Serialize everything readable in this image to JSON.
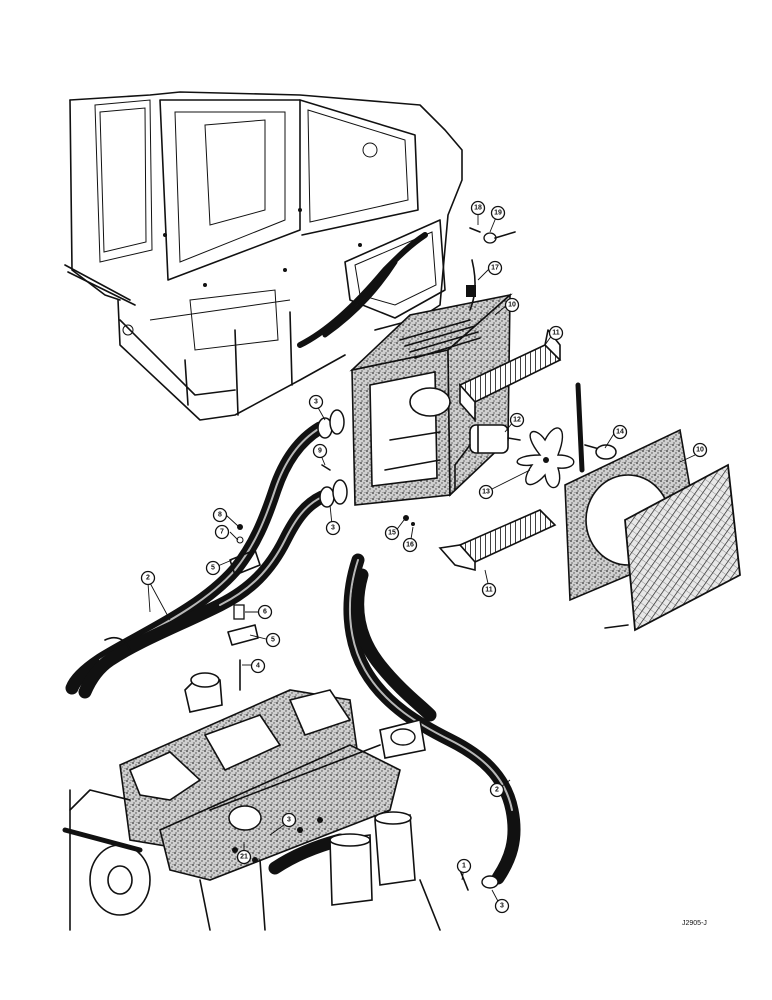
{
  "figure_number": "J2905-J",
  "callouts": [
    {
      "id": "c18",
      "label": "18"
    },
    {
      "id": "c19",
      "label": "19"
    },
    {
      "id": "c17",
      "label": "17"
    },
    {
      "id": "c10",
      "label": "10"
    },
    {
      "id": "c11a",
      "label": "11"
    },
    {
      "id": "c3a",
      "label": "3"
    },
    {
      "id": "c9",
      "label": "9"
    },
    {
      "id": "c12",
      "label": "12"
    },
    {
      "id": "c14",
      "label": "14"
    },
    {
      "id": "c10b",
      "label": "10"
    },
    {
      "id": "c13",
      "label": "13"
    },
    {
      "id": "c3b",
      "label": "3"
    },
    {
      "id": "c8",
      "label": "8"
    },
    {
      "id": "c7",
      "label": "7"
    },
    {
      "id": "c15",
      "label": "15"
    },
    {
      "id": "c16",
      "label": "16"
    },
    {
      "id": "c5a",
      "label": "5"
    },
    {
      "id": "c11b",
      "label": "11"
    },
    {
      "id": "c2a",
      "label": "2"
    },
    {
      "id": "c6",
      "label": "6"
    },
    {
      "id": "c5b",
      "label": "5"
    },
    {
      "id": "c4",
      "label": "4"
    },
    {
      "id": "c2b",
      "label": "2"
    },
    {
      "id": "c3c",
      "label": "3"
    },
    {
      "id": "c21",
      "label": "21"
    },
    {
      "id": "c1",
      "label": "1"
    },
    {
      "id": "c3d",
      "label": "3"
    }
  ]
}
